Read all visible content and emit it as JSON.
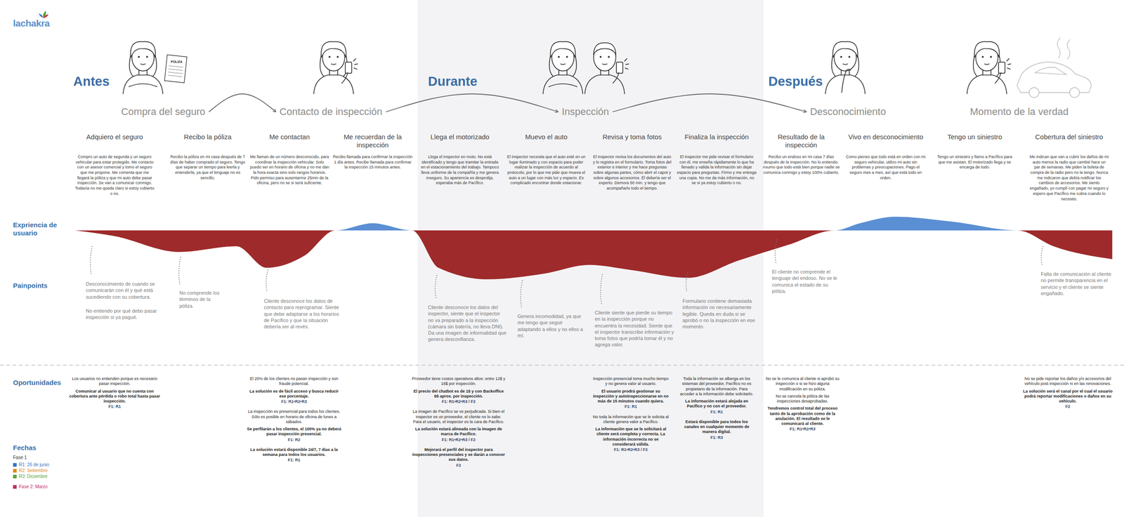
{
  "diagram": {
    "nodes": [
      {
        "text": [
          "Compra del seguro"
        ]
      },
      {
        "text": [
          "Adquiero el seguro",
          "Compro un auto de segunda y un seguro vehicular para estar protegido. Me contacto con un asesor comercial y tomo el seguro que me propone. Me comenta que me llegará la póliza y que mi auto debe pasar inspección. Se van a comunicar conmigo. Todavía no me queda claro si estoy cubierto o no."
        ]
      },
      {
        "text": [
          "Recibo la póliza",
          "Recibo la póliza en mi casa después de 7 días de haber comprado el seguro. Tengo que separar un tiempo para leerla y entenderla, ya que el lenguaje no es sencillo."
        ]
      },
      {
        "text": [
          "Contacto de inspección"
        ]
      },
      {
        "text": [
          "Me contactan",
          "Me llaman de un número desconocido, para coordinar la inspección vehicular. Solo puedo ser en horario de oficina y no me dan la hora exacta sino solo rangos horarios. Pido permiso para ausentarme 25min de la oficina, pero no se si será suficiente."
        ]
      },
      {
        "text": [
          "Me recuerdan de la inspección",
          "Recibo llamada para confirmar la inspección 1 día antes. Recibe llamada para confirmar la inspección 15 minutos antes."
        ]
      },
      {
        "text": [
          "Durante"
        ]
      },
      {
        "text": [
          "Inspección"
        ],
        "in": 6
      },
      {
        "text": [
          "Llega el motorizado",
          "Llega el inspector en moto. No está identificado y tengo que tramitar la entrada en el estacionamiento del trabajo. Tampoco lleva uniforme de la compañía y me genera inseguro. Su apariencia es desprolija, esperaba más de Pacífico."
        ],
        "in": 6
      },
      {
        "text": [
          "Muevo el auto",
          "El inspector necesita que el auto esté en un lugar iluminado y con espacio para poder realizar la inspección de acuerdo al protocolo, por lo que me pide que mueva el auto a un lugar con más luz y espacio. Es complicado encontrar donde estacionar."
        ],
        "in": 6
      },
      {
        "text": [
          "Revisa y toma fotos",
          "El inspector revisa los documentos del auto y lo registra en el formulario. Toma fotos del exterior e interior y me hace preguntas sobre algunas partes, cómo abrir el capot y sobre algunos accesorios. Él debería ser el experto. Demora 50 min. y tengo que acompañarlo todo el tiempo."
        ],
        "in": 6
      },
      {
        "text": [
          "Finaliza la inspección",
          "El inspector me pide revisar el formulario con él, me enseña rápidamente lo que ha llenado y valida la información sin dejar espacio para preguntas. Firmo y me entrega una copia. No me da más información, no se si ya estoy cubierto o no."
        ],
        "in": 6
      },
      {
        "text": [
          "Desconocimiento"
        ]
      },
      {
        "text": [
          "Resultado de la inspección",
          "Recibo un endoso en mi casa 7 días después de la inspección. No lo entiendo. Asumo que todo está bien porque nadie se comunica conmigo y estoy 100% cubierto."
        ]
      },
      {
        "text": [
          "Vivo en desconocimiento",
          "Como pienso que todo está en orden con mi seguro vehicular, utilizo mi auto sin problemas y preocupaciones. Pago el seguro mes a mes, así que está todo en orden."
        ]
      },
      {
        "text": [
          "Momento de la verdad"
        ]
      },
      {
        "text": [
          "Tengo un siniestro",
          "Tengo un siniestro y llamo a Pacífico para que me asistan. El motorizado llega y se encarga de todo."
        ]
      },
      {
        "text": [
          "Cobertura del siniestro",
          "Me indican que van a cubrir los daños de mi auto menos la radio que cambié hace un par de semanas. Me piden la boleta de compra de la radio pero no la tengo. Nunca me indicaron que debía notificar los cambios de accesorios. Me siento engañado, yo cumplí con pagar mi seguro y espero que Pacífico me cubra cuando lo necesito."
        ]
      }
    ],
    "edges": [
      {
        "from": 0,
        "to": 3,
        "arrow": "to"
      },
      {
        "from": 3,
        "to": 7,
        "arrow": "to"
      },
      {
        "from": 7,
        "to": 12,
        "arrow": "to"
      }
    ],
    "labels": [
      "lachakra",
      "Antes",
      "Después",
      "Expriencia de usuario",
      "Painpoints",
      "Oportunidades",
      "Fechas",
      "Fase 1",
      "Desconocimiento de cuando se comunicarán con él y qué está sucediendo con su cobertura.",
      "No entiendo por qué debo pasar inspección si ya pagué.",
      "No comprende los términos de la póliza.",
      "Cliente desconoce los datos de contacto para reprogramar. Siente que debe adaptarse a los horarios de Pacífico y que la situación debería ser al revés.",
      "Cliente desconoce los datos del inspector, siente que el inspector no va preparado a la inspección (cámara sin batería, no lleva DNI). Da una imagen de informalidad que genera desconfianza.",
      "Genera incomodidad, ya que me tengo que seguir adaptando a ellos y no ellos a mí.",
      "Cliente siente que pierde su tiempo en la inspección porque no encuentra la necesidad. Siente que el inspector transcribe información y toma fotos que podría tomar él y no agrega valor.",
      "Formulario contiene demasiada información no necesariamente legible. Queda en duda si se aprobó o no la inspección en ese momento.",
      "El cliente no comprende el lenguaje del endoso. No se le comunica el estado de su póliza.",
      "Falta de comunicación al cliente no permite transparencia en el servicio y el cliente se siente engañado.",
      "Los usuarios no entienden porque es necesario pasar inspección.",
      "Comunicar al usuario que no cuenta con cobertura ante pérdida o robo total hasta pasar inspección.",
      "F1: R1",
      "El 20% de los clientes no pasan inspección y son fraude potencial.",
      "La solución es de fácil acceso y busca reducir ese porcentaje.",
      "F1: R1•R2•R3",
      "La inspección es presencial para todos los clientes. Sólo es posible en horario de oficina de lunes a sábados.",
      "Se perfilarán a los clientes, el 100% ya no deberá pasar inspección presencial.",
      "F1: R2",
      "La solución estará disponible 24/7, 7 días a la semana para todos los usuarios.",
      "F1: R1",
      "Proveedor tiene costos operativos altos: entre 12$ y 18$ por inspección.",
      "El precio del chatbot es de 1$ y con Backoffice 6$ aprox. por inspección.",
      "F1: R1•R2•R3 / F2",
      "La imagen de Pacífico se ve perjudicada. Si bien el inspector es un proveedor, el cliente no lo sabe. Para el usuario, el inspector es la cara de Pacífico.",
      "La solución estará alineada con la imagen de marca de Pacífico.",
      "F1: R1•R2•R3 / F2",
      "Mejorará el perfil del inspector para inspecciones presenciales y se darán a conocer sus datos.",
      "F2",
      "Inspección presencial toma mucho tiempo y no genera valor al usuario.",
      "El usuario prodrá gestionar su inspección y autoinspeccionarse en no más de 15 minutos cuando quiera.",
      "F1: R1",
      "No toda la información que se le solicita al cliente genera valor a Pacífico.",
      "La información que se le solicitará al cliente será completa y correcta. La información incorrecta no se considerará válida.",
      "F1: R1•R2•R3 / F2",
      "Toda la información se alberga en los sistemas del proveedor, Pacífico no es propietario de la información. Para acceder a la información debe solicitarlo.",
      "La información estará alojada en Pacífico y no con el proveedor.",
      "F1: R1",
      "Estará disponible para todos los canales en cualquier momento de manera digital.",
      "F1: R3",
      "No se le comunica al cliente si aprobó su inspección o si se hizo alguna modificación en su póliza.",
      "No se cancela la póliza de las inspecciones desaprobadas.",
      "Tendremos control total del proceso tanto de la aprobación como de la anulación. El resultado se le comunicará al cliente.",
      "F1: R1•R2•R3",
      "No se pide reportar los daños y/o accesorios del vehículo post inspección ni en las renovaciones.",
      "La solución será el canal por el cual el usuario podrá reportar modificaciones o daños en su vehículo.",
      "F2",
      "PÓLIZA"
    ],
    "legend": [
      {
        "text": "R1: 26 de junio",
        "color": "#3b72c0"
      },
      {
        "text": "R2: Setiembre",
        "color": "#e08a1e"
      },
      {
        "text": "R3: Diciembre",
        "color": "#57a639"
      },
      {
        "text": "Fase 2: Marzo",
        "color": "#c42a6b"
      }
    ]
  }
}
